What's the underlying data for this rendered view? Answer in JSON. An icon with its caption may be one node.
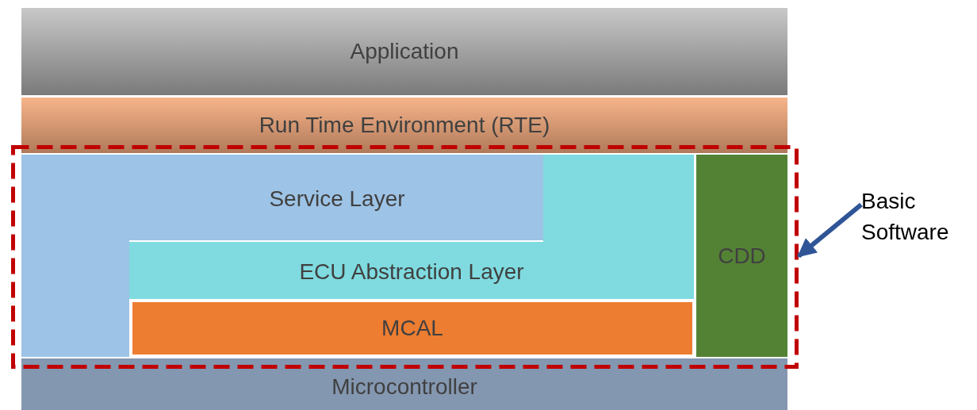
{
  "diagram": {
    "nodes": [
      {
        "text": [
          "Application"
        ]
      },
      {
        "text": [
          "Run Time Environment (RTE)"
        ]
      },
      {
        "text": [],
        "shape": "box"
      },
      {
        "text": [
          "Service Layer"
        ],
        "in": 2
      },
      {
        "text": [
          "ECU Abstraction Layer"
        ],
        "in": 2
      },
      {
        "text": [
          "MCAL"
        ],
        "in": 2
      },
      {
        "text": [
          "CDD"
        ],
        "in": 2
      },
      {
        "text": [
          "Basic Software"
        ]
      },
      {
        "text": [
          "Microcontroller"
        ]
      }
    ],
    "edges": [
      {
        "from": 7,
        "to": 2,
        "arrow": "to"
      }
    ]
  }
}
